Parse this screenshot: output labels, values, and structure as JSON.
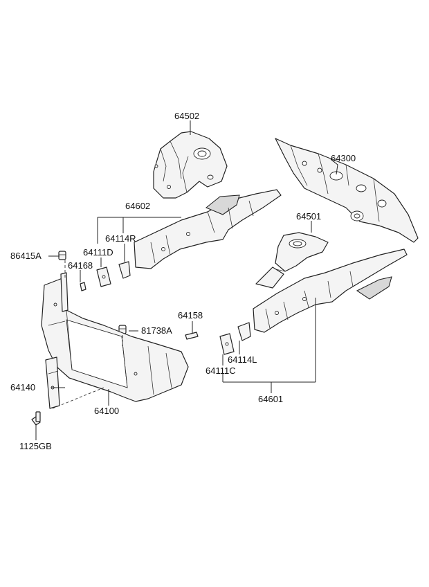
{
  "callouts": {
    "p64502": "64502",
    "p64300": "64300",
    "p64602": "64602",
    "p64501": "64501",
    "p86415A": "86415A",
    "p64111D": "64111D",
    "p64114R": "64114R",
    "p64168": "64168",
    "p64158": "64158",
    "p81738A": "81738A",
    "p64114L": "64114L",
    "p64111C": "64111C",
    "p64140": "64140",
    "p64100": "64100",
    "p64601": "64601",
    "p1125GB": "1125GB"
  },
  "colors": {
    "line": "#222222",
    "part_fill": "#f4f4f4",
    "background": "#ffffff"
  }
}
